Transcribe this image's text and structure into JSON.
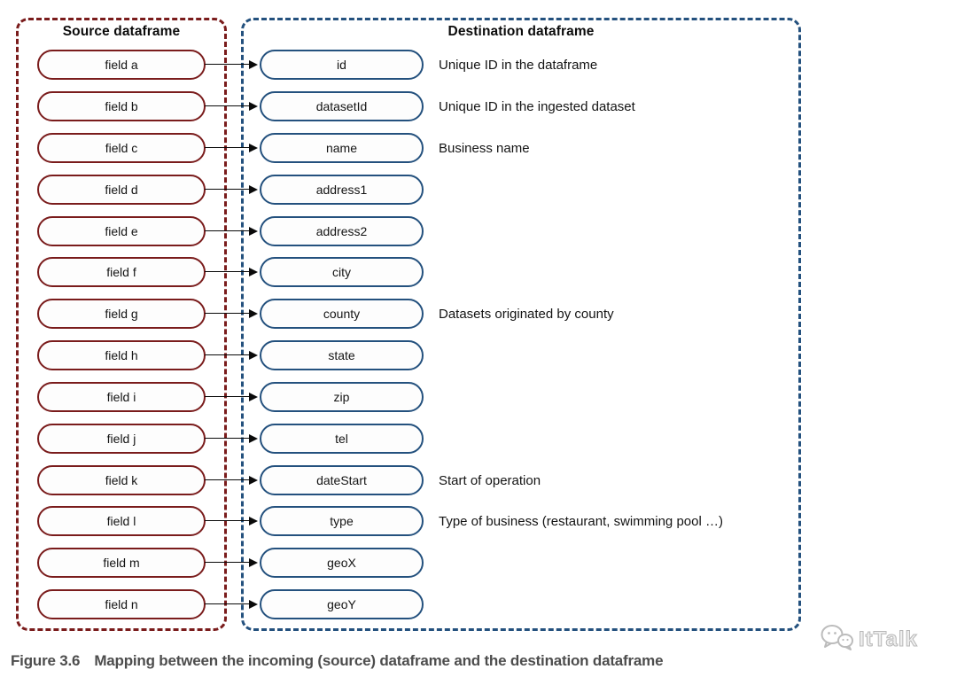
{
  "source_panel": {
    "title": "Source dataframe"
  },
  "destination_panel": {
    "title": "Destination dataframe"
  },
  "mapping": {
    "rows": [
      {
        "source": "field a",
        "dest": "id",
        "note": "Unique ID in the dataframe"
      },
      {
        "source": "field b",
        "dest": "datasetId",
        "note": "Unique ID in the ingested dataset"
      },
      {
        "source": "field c",
        "dest": "name",
        "note": "Business name"
      },
      {
        "source": "field d",
        "dest": "address1",
        "note": ""
      },
      {
        "source": "field e",
        "dest": "address2",
        "note": ""
      },
      {
        "source": "field f",
        "dest": "city",
        "note": ""
      },
      {
        "source": "field g",
        "dest": "county",
        "note": "Datasets originated by county"
      },
      {
        "source": "field h",
        "dest": "state",
        "note": ""
      },
      {
        "source": "field i",
        "dest": "zip",
        "note": ""
      },
      {
        "source": "field j",
        "dest": "tel",
        "note": ""
      },
      {
        "source": "field k",
        "dest": "dateStart",
        "note": "Start of operation"
      },
      {
        "source": "field l",
        "dest": "type",
        "note": "Type of business (restaurant, swimming pool …)"
      },
      {
        "source": "field m",
        "dest": "geoX",
        "note": ""
      },
      {
        "source": "field n",
        "dest": "geoY",
        "note": ""
      }
    ]
  },
  "caption": {
    "label": "Figure 3.6",
    "text": "Mapping between the incoming (source) dataframe and the destination dataframe"
  },
  "watermark": {
    "text": "ItTalk"
  },
  "colors": {
    "source_accent": "#7a1c1c",
    "destination_accent": "#24517e",
    "arrow": "#0a0a0a",
    "caption_text": "#4d4d4d",
    "watermark_gray": "#b8b8b8"
  }
}
